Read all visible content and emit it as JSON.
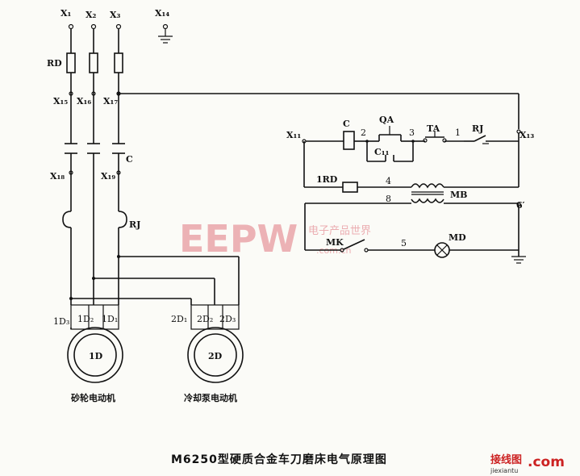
{
  "diagram": {
    "terminals_top": [
      "X₁",
      "X₂",
      "X₃",
      "X₁₄"
    ],
    "fuse_label": "RD",
    "terminals_mid": [
      "X₁₅",
      "X₁₆",
      "X₁₇"
    ],
    "contactor_label": "C",
    "terminals_low": [
      "X₁₈",
      "X₁₉"
    ],
    "thermal_relay_label": "RJ",
    "terminal_ctrl_left": "X₁₁",
    "terminal_ctrl_right": "X₁₃",
    "coil_label": "C",
    "qa_label": "QA",
    "ta_label": "TA",
    "rj_contact_label": "RJ",
    "c_aux_label": "C₁₁",
    "node_numbers": [
      "2",
      "3",
      "1",
      "4",
      "8",
      "5",
      "6′"
    ],
    "fuse2_label": "1RD",
    "transformer_label": "MB",
    "switch_label": "MK",
    "lamp_label": "MD",
    "motor1_terminals": [
      "1D₃",
      "1D₂",
      "1D₁"
    ],
    "motor1_label": "1D",
    "motor1_name": "砂轮电动机",
    "motor2_terminals": [
      "2D₁",
      "2D₂",
      "2D₃"
    ],
    "motor2_label": "2D",
    "motor2_name": "冷却泵电动机",
    "caption": "M6250型硬质合金车刀磨床电气原理图"
  },
  "watermark": {
    "brand": "EEPW",
    "cn": "电子产品世界",
    "url": ".com.cn"
  },
  "site_mark": {
    "cn": "接线图",
    "com": ".com",
    "url": "jiexiantu"
  }
}
